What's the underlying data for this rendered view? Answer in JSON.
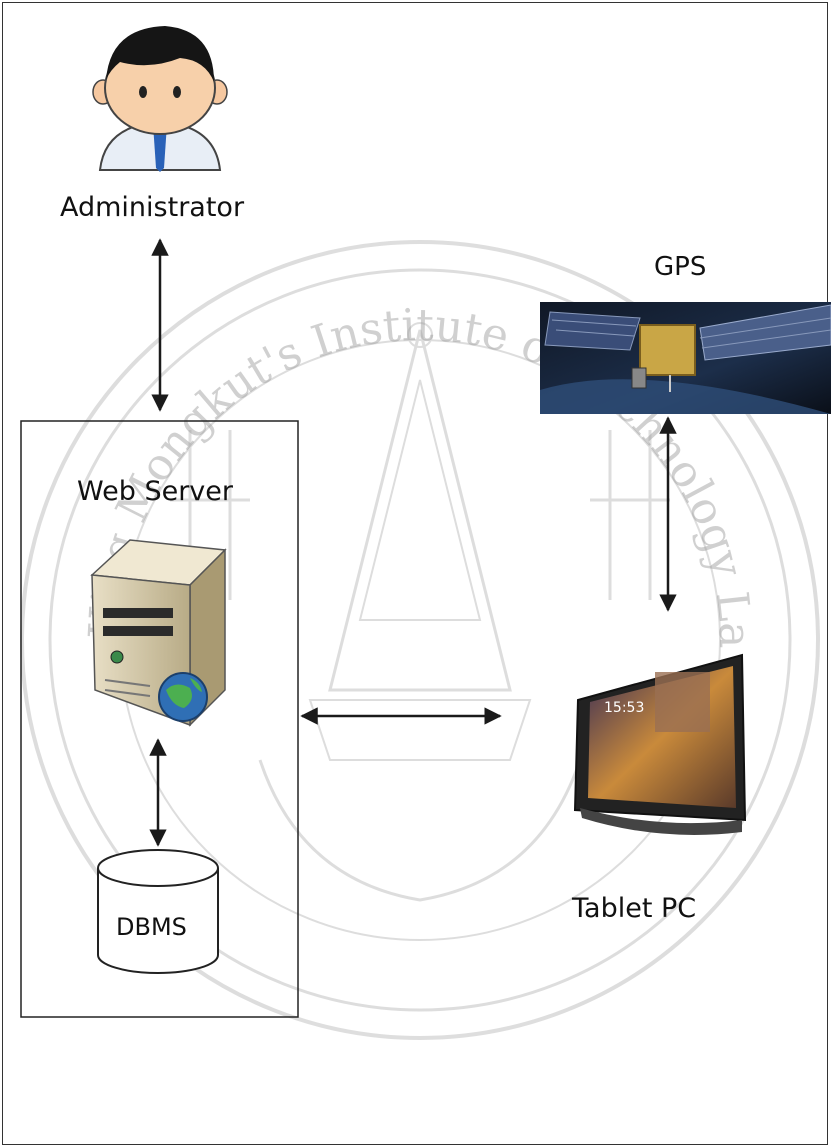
{
  "nodes": {
    "administrator": "Administrator",
    "gps": "GPS",
    "web_server": "Web Server",
    "dbms": "DBMS",
    "tablet": "Tablet PC"
  },
  "tablet_screen": {
    "time": "15:53"
  },
  "watermark": {
    "arc_text": "King Mongkut's Institute of Technology Ladkrabang"
  }
}
